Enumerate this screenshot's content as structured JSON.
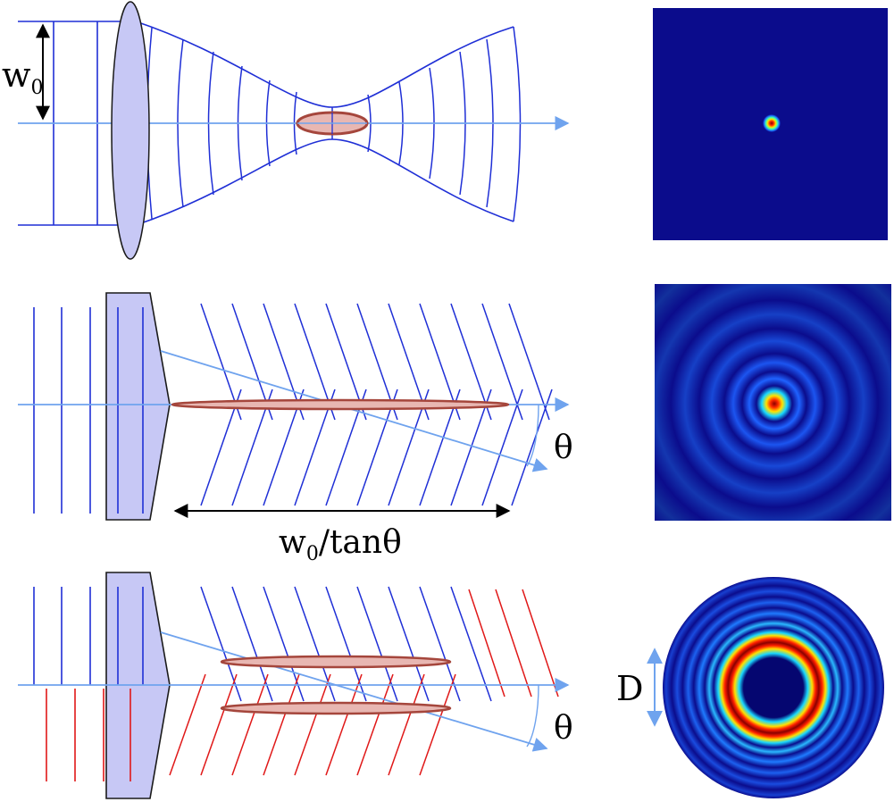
{
  "labels": {
    "waist": "w",
    "waist_sub": "0",
    "length": "w",
    "length_sub": "0",
    "length_rest": "/tanθ",
    "angle_top": "θ",
    "angle_bottom": "θ",
    "diameter": "D"
  },
  "colors": {
    "wavefront_blue": "#1f2fd6",
    "wavefront_red": "#e01818",
    "axis": "#6fa3ee",
    "lens_fill": "#c7c8f5",
    "focus_fill": "#e8b7b2",
    "focus_stroke": "#a5463c",
    "panel_background": "#0b0c8c"
  },
  "icons": {
    "lens": "convex-lens",
    "axicon": "axicon-prism",
    "arrow": "double-arrow"
  }
}
